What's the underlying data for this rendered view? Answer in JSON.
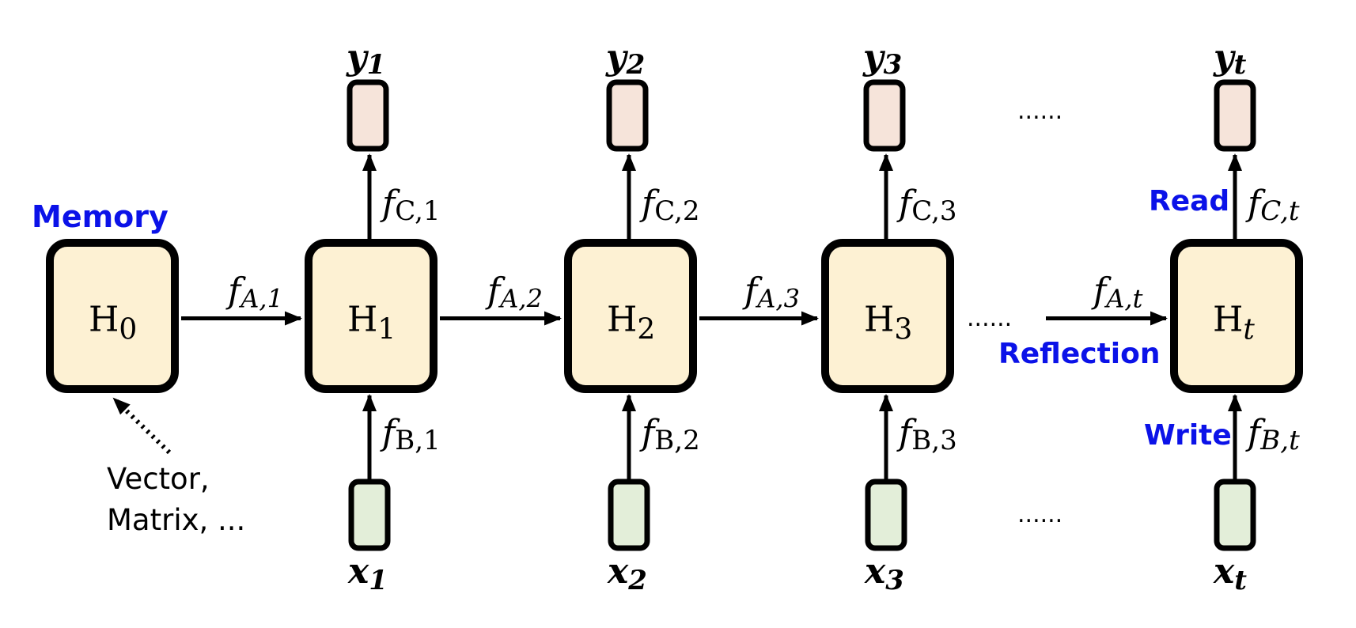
{
  "labels": {
    "memory": "Memory",
    "read": "Read",
    "write": "Write",
    "reflection": "Reflection",
    "note_line1": "Vector,",
    "note_line2": "Matrix, ..."
  },
  "ellipsis": "......",
  "colors": {
    "state_fill": "#fdf1d3",
    "output_fill": "#f6e4da",
    "input_fill": "#e3eed9",
    "stroke": "#000000",
    "annotation": "#0b12e8"
  },
  "states": [
    {
      "base": "H",
      "sub": "0",
      "sub_italic": false
    },
    {
      "base": "H",
      "sub": "1",
      "sub_italic": false
    },
    {
      "base": "H",
      "sub": "2",
      "sub_italic": false
    },
    {
      "base": "H",
      "sub": "3",
      "sub_italic": false
    },
    {
      "base": "H",
      "sub": "t",
      "sub_italic": true
    }
  ],
  "steps": [
    {
      "y": {
        "base": "y",
        "sub": "1"
      },
      "x": {
        "base": "x",
        "sub": "1"
      },
      "fA": {
        "base": "f",
        "sub": "A,1"
      },
      "fB": {
        "base": "f",
        "sub": "B,1"
      },
      "fC": {
        "base": "f",
        "sub": "C,1"
      }
    },
    {
      "y": {
        "base": "y",
        "sub": "2"
      },
      "x": {
        "base": "x",
        "sub": "2"
      },
      "fA": {
        "base": "f",
        "sub": "A,2"
      },
      "fB": {
        "base": "f",
        "sub": "B,2"
      },
      "fC": {
        "base": "f",
        "sub": "C,2"
      }
    },
    {
      "y": {
        "base": "y",
        "sub": "3"
      },
      "x": {
        "base": "x",
        "sub": "3"
      },
      "fA": {
        "base": "f",
        "sub": "A,3"
      },
      "fB": {
        "base": "f",
        "sub": "B,3"
      },
      "fC": {
        "base": "f",
        "sub": "C,3"
      }
    },
    {
      "y": {
        "base": "y",
        "sub": "t"
      },
      "x": {
        "base": "x",
        "sub": "t"
      },
      "fA": {
        "base": "f",
        "sub": "A,t"
      },
      "fB": {
        "base": "f",
        "sub": "B,t"
      },
      "fC": {
        "base": "f",
        "sub": "C,t"
      }
    }
  ]
}
